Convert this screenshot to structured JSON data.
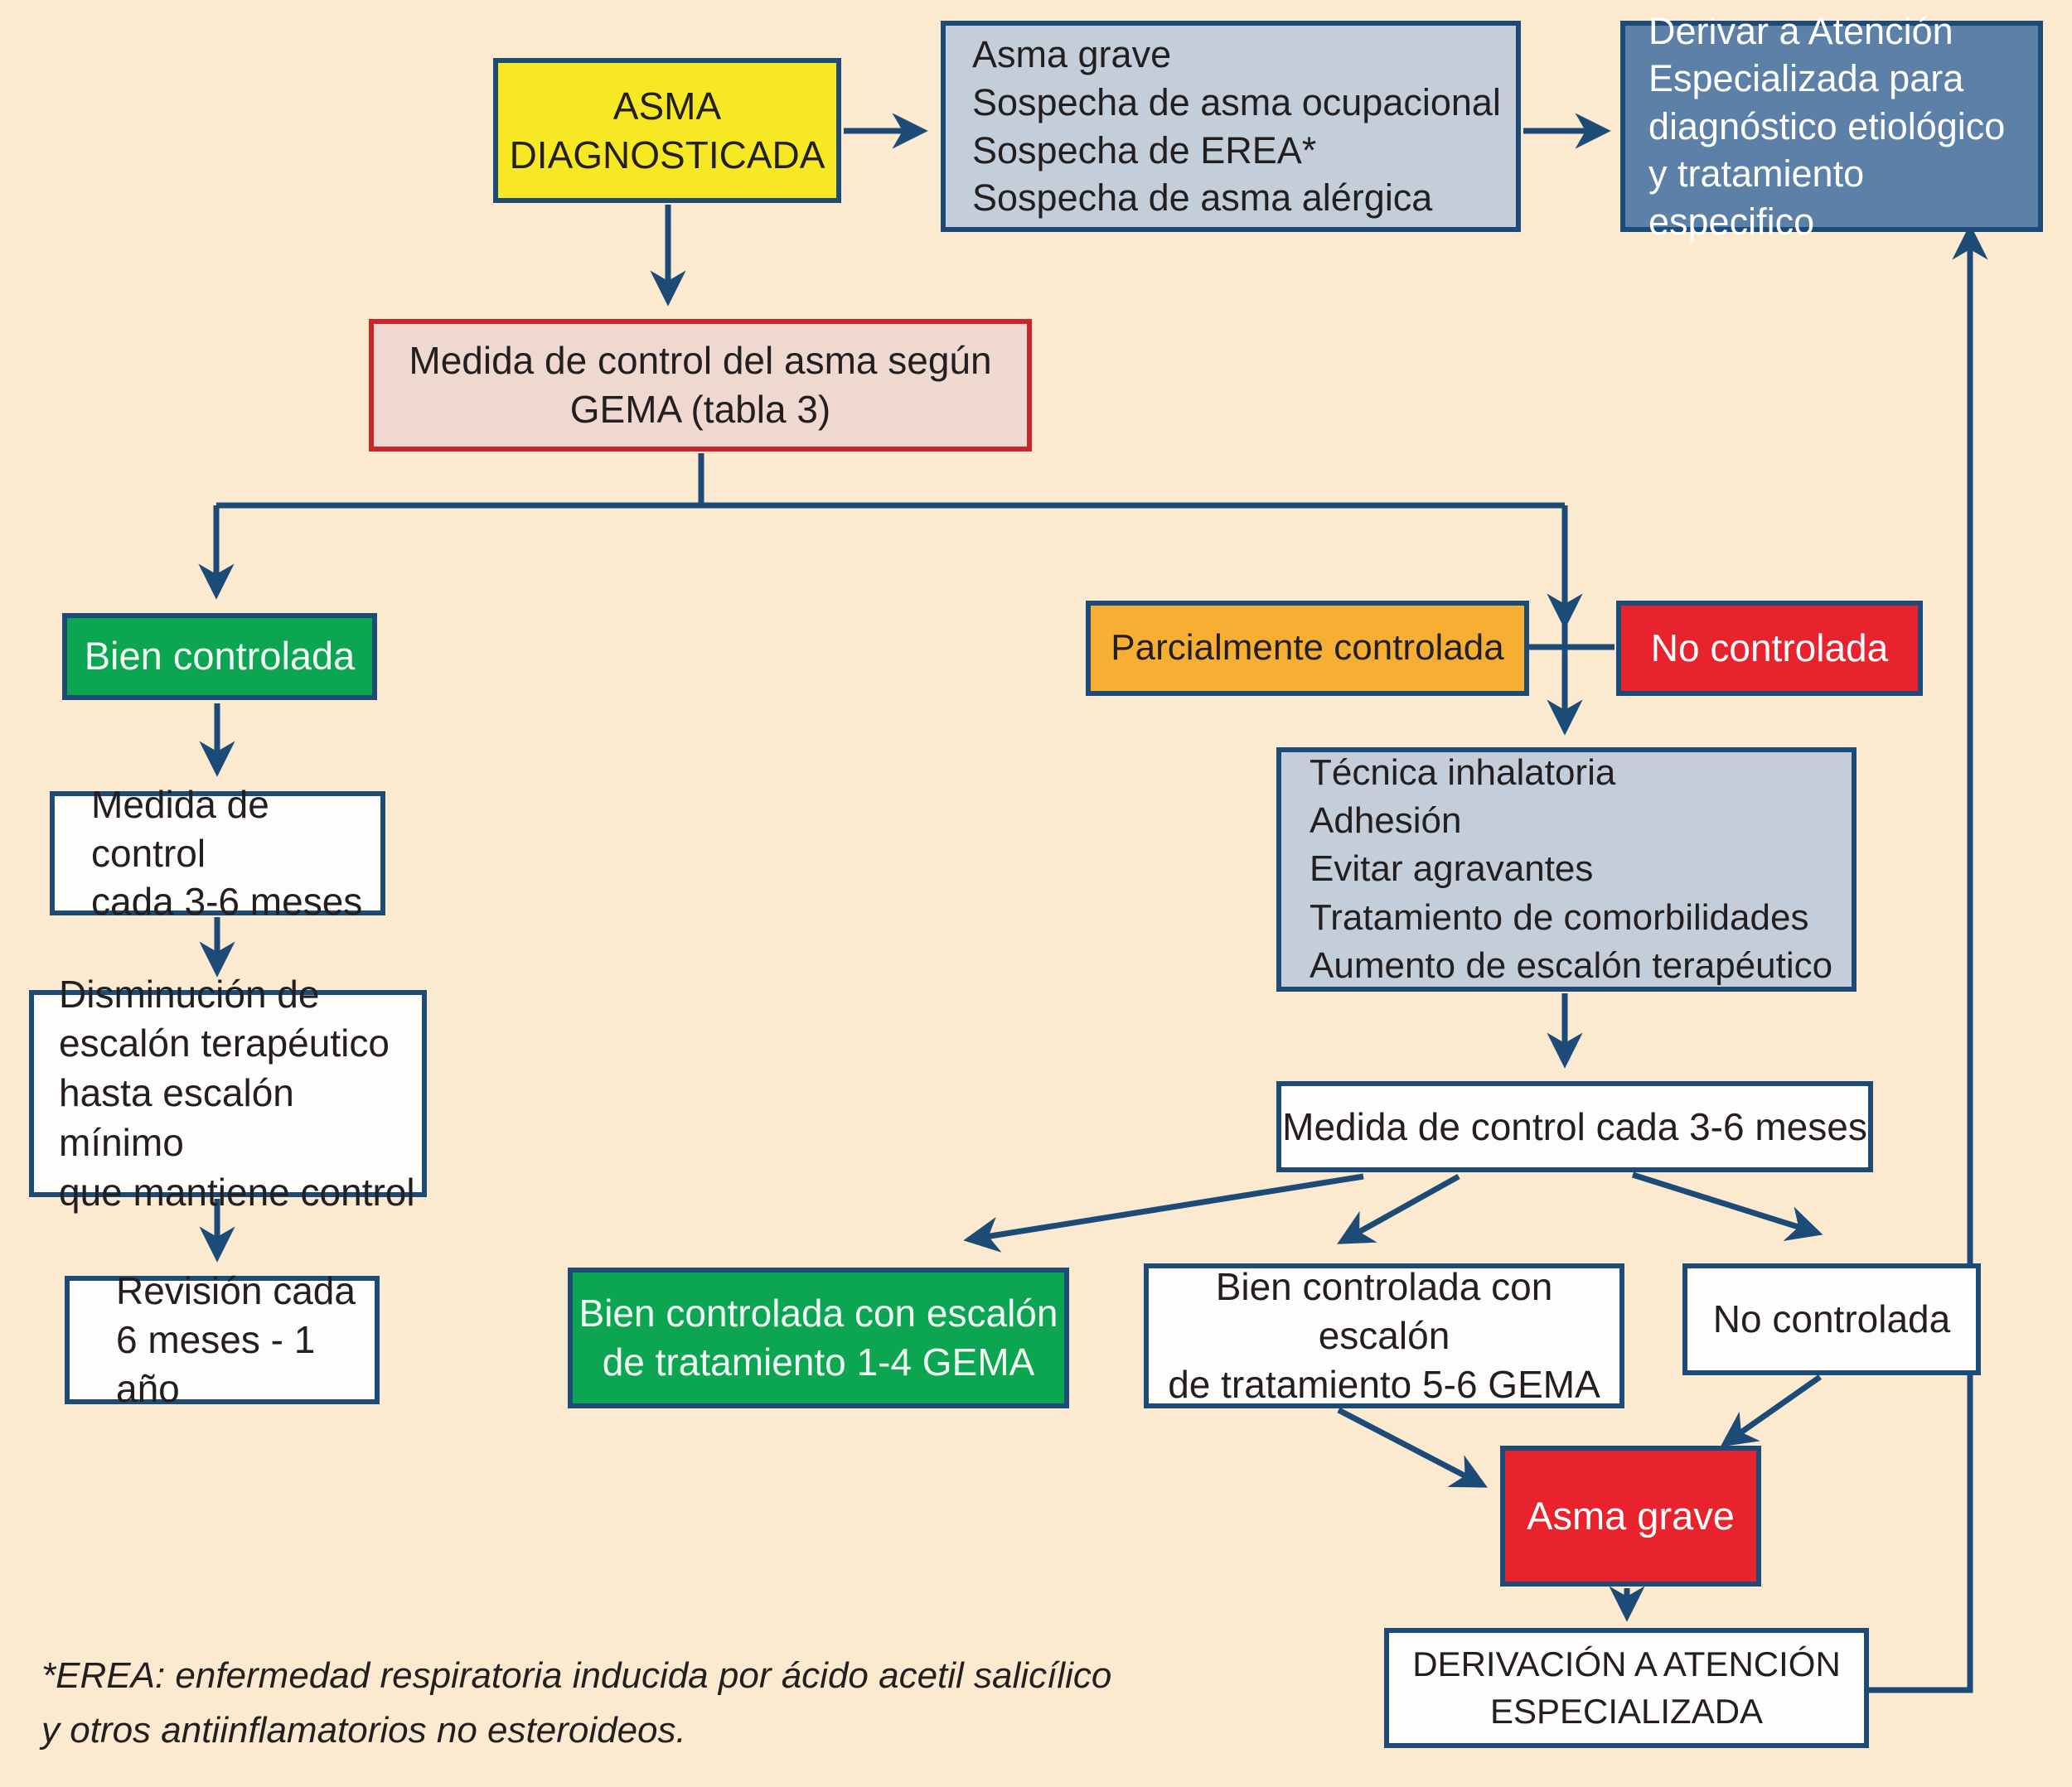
{
  "flowchart": {
    "title": "Algoritmo de manejo del asma (GEMA)",
    "colors": {
      "background": "#fbead0",
      "line_navy": "#1d4b77",
      "yellow": "#f7e824",
      "light_blue_gray": "#c4cedb",
      "steel_blue": "#5c80a8",
      "pink_bg": "#eed8d0",
      "pink_border": "#c9252b",
      "green": "#0ca652",
      "orange": "#f6ae33",
      "red": "#e9232e",
      "white": "#fffdfb"
    },
    "nodes": {
      "asma": {
        "label": "ASMA\nDIAGNOSTICADA"
      },
      "criterios": {
        "label": "Asma grave\nSospecha de asma ocupacional\nSospecha de EREA*\nSospecha de asma alérgica"
      },
      "derivar": {
        "label": "Derivar a Atención\nEspecializada para\ndiagnóstico etiológico\ny tratamiento especifico"
      },
      "gema": {
        "label": "Medida de control del asma según\nGEMA (tabla 3)"
      },
      "bien_controlada": {
        "label": "Bien controlada"
      },
      "medida_3_6": {
        "label": "Medida de control\ncada 3-6 meses"
      },
      "disminucion": {
        "label": "Disminución de\nescalón terapéutico\nhasta escalón mínimo\nque mantiene control"
      },
      "revision": {
        "label": "Revisión cada\n6 meses - 1 año"
      },
      "parcialmente": {
        "label": "Parcialmente controlada"
      },
      "no_controlada": {
        "label": "No controlada"
      },
      "acciones": {
        "label": "Técnica inhalatoria\nAdhesión\nEvitar agravantes\nTratamiento de comorbilidades\nAumento de escalón terapéutico"
      },
      "medida_3_6_right": {
        "label": "Medida de control cada 3-6 meses"
      },
      "bien_1_4": {
        "label": "Bien controlada con escalón\nde tratamiento 1-4 GEMA"
      },
      "bien_5_6": {
        "label": "Bien controlada con escalón\nde tratamiento 5-6 GEMA"
      },
      "no_controlada_2": {
        "label": "No controlada"
      },
      "asma_grave": {
        "label": "Asma grave"
      },
      "derivacion": {
        "label": "DERIVACIÓN  A ATENCIÓN\nESPECIALIZADA"
      }
    },
    "footnote": "*EREA: enfermedad respiratoria inducida por ácido acetil salicílico\ny otros antiinflamatorios no esteroideos."
  }
}
